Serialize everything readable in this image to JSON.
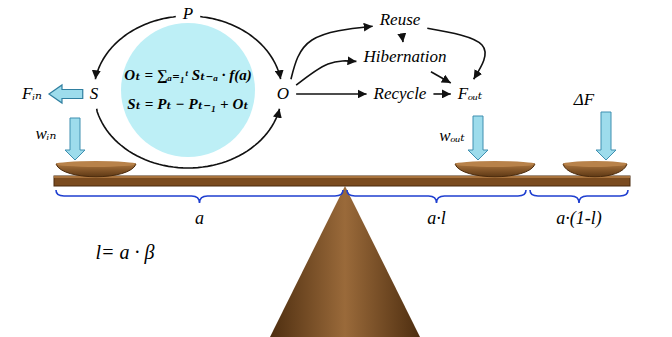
{
  "diagram": {
    "nodes": [
      {
        "text": [
          "P"
        ]
      },
      {
        "text": [
          "Fᵢₙ"
        ]
      },
      {
        "text": [
          "S"
        ]
      },
      {
        "text": [
          "Oₜ = ∑ₐ₌₁ᵗ Sₜ₋ₐ · f(a)",
          "Sₜ = Pₜ − Pₜ₋₁ + Oₜ"
        ]
      },
      {
        "text": [
          "O"
        ]
      },
      {
        "text": [
          "Reuse"
        ]
      },
      {
        "text": [
          "Hibernation"
        ]
      },
      {
        "text": [
          "Recycle"
        ]
      },
      {
        "text": [
          "Fₒᵤₜ"
        ]
      }
    ],
    "edges": [
      {
        "from": 0,
        "to": 4,
        "arrow": "to"
      },
      {
        "from": 0,
        "to": 2,
        "arrow": "to"
      },
      {
        "from": 2,
        "to": 4,
        "arrow": "to"
      },
      {
        "from": 2,
        "to": 1,
        "arrow": "to"
      },
      {
        "from": 4,
        "to": 5,
        "arrow": "to"
      },
      {
        "from": 4,
        "to": 6,
        "arrow": "to"
      },
      {
        "from": 4,
        "to": 7,
        "arrow": "to"
      },
      {
        "from": 5,
        "to": 6,
        "arrow": "to"
      },
      {
        "from": 5,
        "to": 8,
        "arrow": "to"
      },
      {
        "from": 6,
        "to": 8,
        "arrow": "to"
      },
      {
        "from": 7,
        "to": 8,
        "arrow": "to"
      }
    ],
    "labels": [
      "wᵢₙ",
      "wₒᵤₜ",
      "ΔF",
      "a",
      "a·l",
      "a·(1-l)",
      "l= a · β"
    ]
  }
}
